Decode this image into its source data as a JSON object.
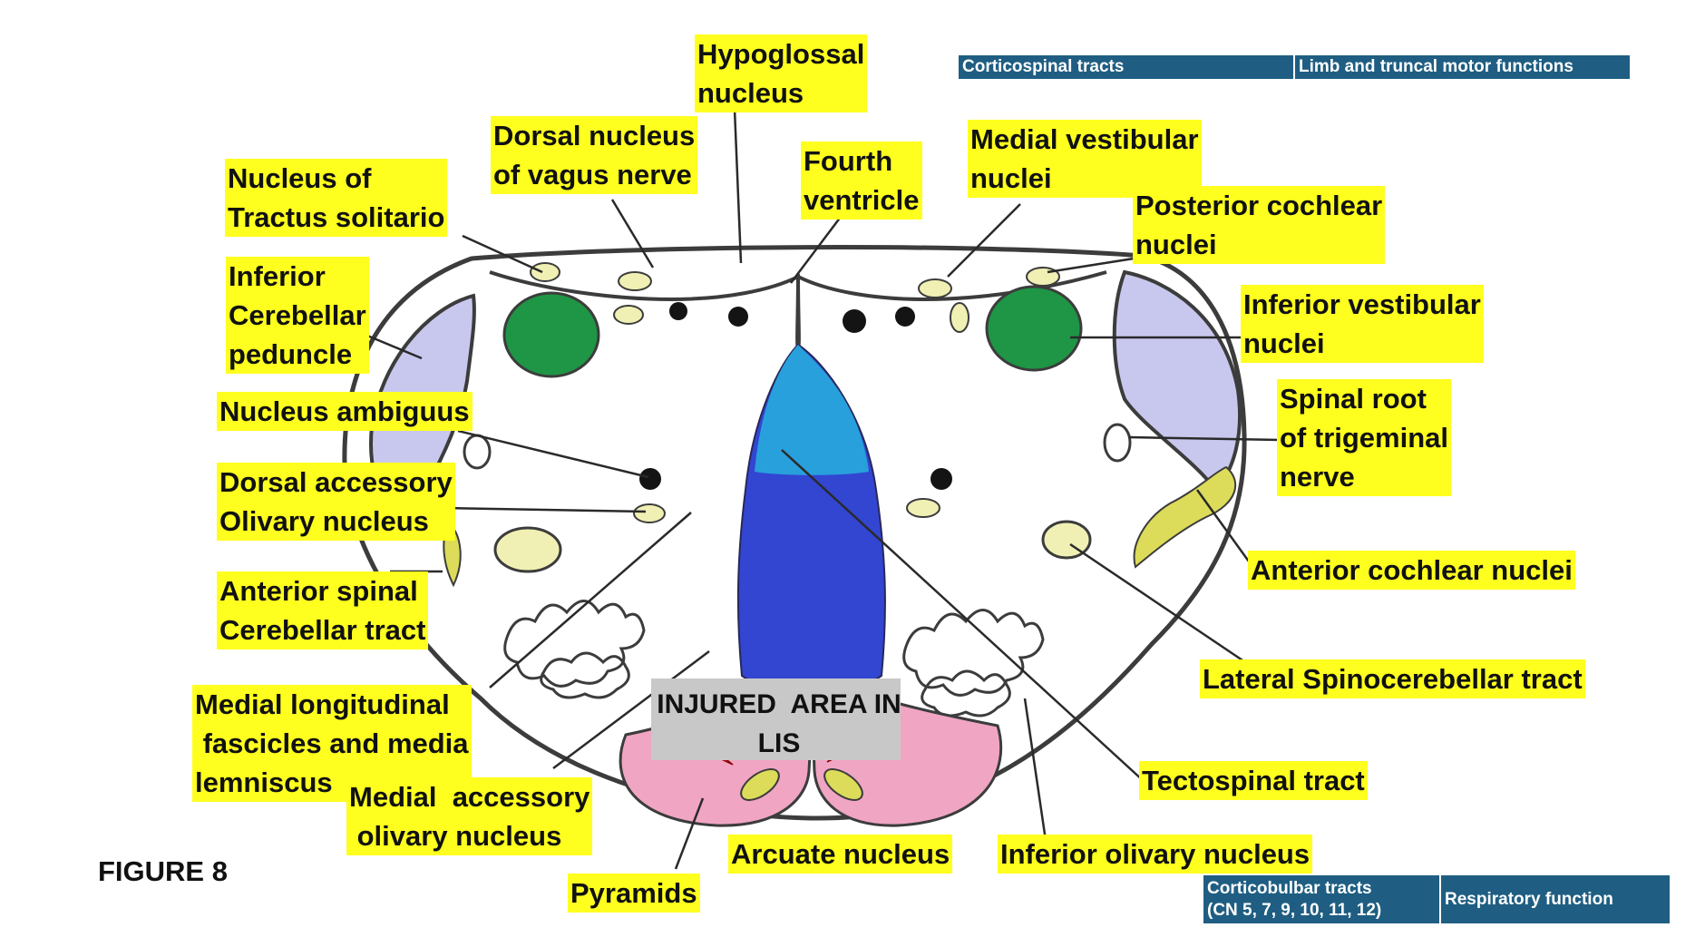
{
  "figure_title": "FIGURE 8",
  "injured_area": "INJURED  AREA IN\nLIS",
  "labels": {
    "hypoglossal_nucleus": "Hypoglossal\nnucleus",
    "dorsal_nucleus_vagus": "Dorsal nucleus\nof vagus nerve",
    "fourth_ventricle": "Fourth\nventricle",
    "medial_vestibular_nuclei": "Medial vestibular\nnuclei",
    "nucleus_tractus_solitario": "Nucleus of\nTractus solitario",
    "posterior_cochlear_nuclei": "Posterior cochlear\nnuclei",
    "inferior_cerebellar_peduncle": "Inferior\nCerebellar\npeduncle",
    "inferior_vestibular_nuclei": "Inferior vestibular\nnuclei",
    "nucleus_ambiguus": "Nucleus ambiguus",
    "spinal_root_trigeminal": "Spinal root\nof trigeminal\nnerve",
    "dorsal_accessory_olivary": "Dorsal accessory\nOlivary nucleus",
    "anterior_spinal_cerebellar": "Anterior spinal\nCerebellar tract",
    "anterior_cochlear_nuclei": "Anterior cochlear nuclei",
    "lateral_spinocerebellar": "Lateral Spinocerebellar tract",
    "medial_longitudinal": "Medial longitudinal\n fascicles and media\nlemniscus",
    "medial_accessory_olivary": "Medial  accessory\n olivary nucleus",
    "tectospinal_tract": "Tectospinal tract",
    "arcuate_nucleus": "Arcuate nucleus",
    "inferior_olivary_nucleus": "Inferior olivary nucleus",
    "pyramids": "Pyramids"
  },
  "table_top": {
    "col1": "Corticospinal tracts",
    "col2": "Limb and truncal motor functions"
  },
  "table_bottom": {
    "col1": "Corticobulbar tracts\n(CN 5, 7, 9, 10, 11, 12)",
    "col2": "Respiratory function"
  },
  "colors": {
    "label_highlight": "#ffff1f",
    "table_fill": "#1f5e82",
    "peduncle_lavender": "#c8c8ee",
    "vestibular_green": "#1e9645",
    "nucleus_pale_yellow": "#f0f0b4",
    "olive_yellow": "#dcdc5a",
    "pyramid_pink": "#f0a5c3",
    "tract_blue": "#3246d2",
    "tract_light_blue": "#28a0dc",
    "injured_gray": "#c8c8c8",
    "lightning_red": "#e61919"
  }
}
